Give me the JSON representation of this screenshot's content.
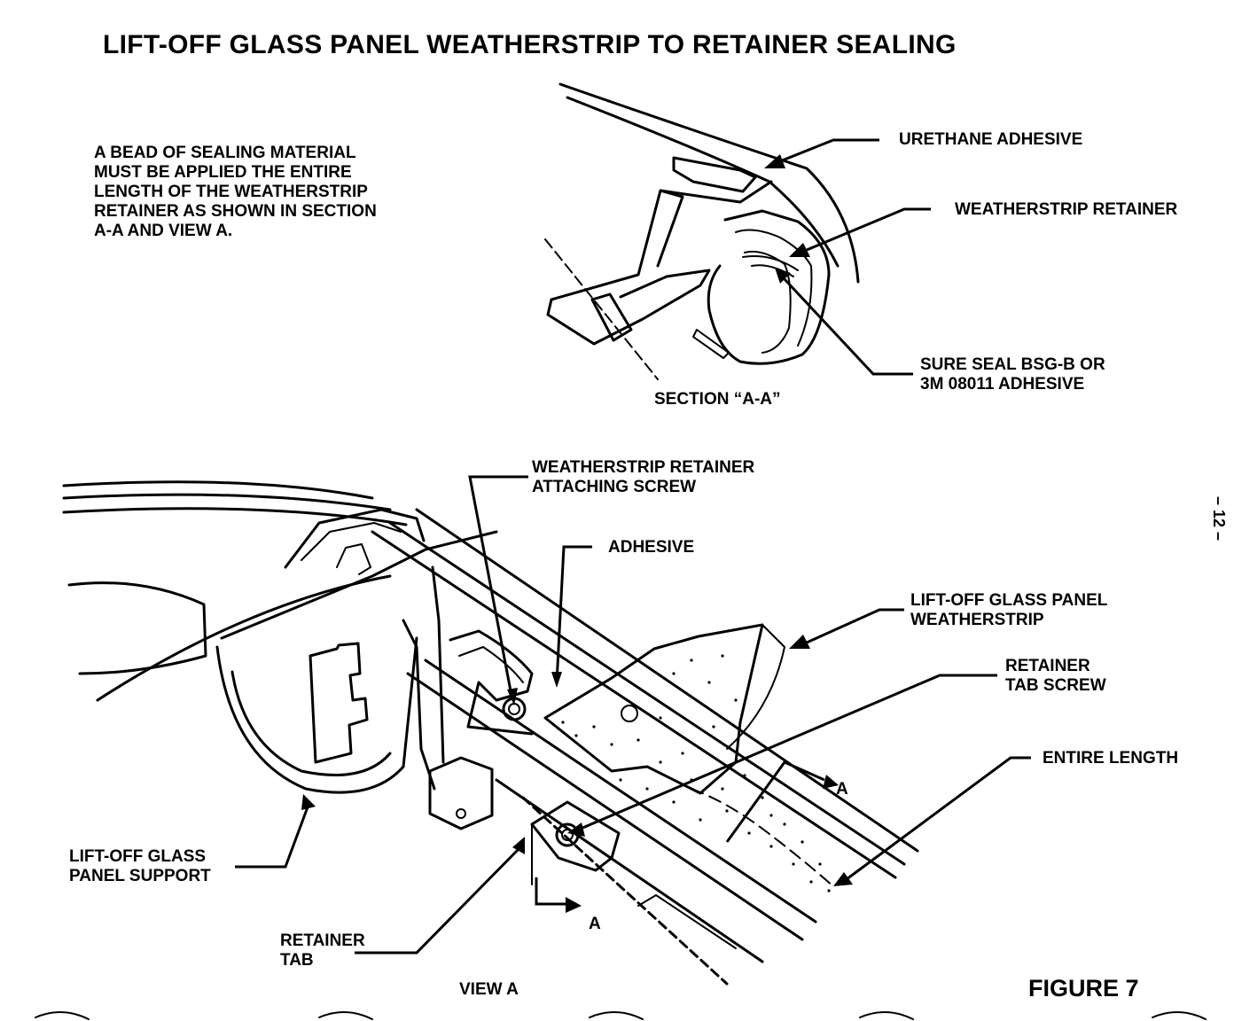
{
  "title": "LIFT-OFF GLASS PANEL WEATHERSTRIP TO RETAINER SEALING",
  "note": [
    "A BEAD OF SEALING MATERIAL",
    "MUST BE APPLIED THE ENTIRE",
    "LENGTH OF THE WEATHERSTRIP",
    "RETAINER AS SHOWN IN SECTION",
    "A-A AND VIEW A."
  ],
  "section": {
    "caption": "SECTION “A-A”",
    "labels": {
      "urethane_adhesive": "URETHANE ADHESIVE",
      "weatherstrip_retainer": "WEATHERSTRIP RETAINER",
      "sure_seal": [
        "SURE SEAL BSG-B OR",
        "3M 08011 ADHESIVE"
      ]
    }
  },
  "view": {
    "caption": "VIEW A",
    "labels": {
      "attaching_screw": [
        "WEATHERSTRIP RETAINER",
        "ATTACHING SCREW"
      ],
      "adhesive": "ADHESIVE",
      "weatherstrip": [
        "LIFT-OFF GLASS PANEL",
        "WEATHERSTRIP"
      ],
      "tab_screw": [
        "RETAINER",
        "TAB SCREW"
      ],
      "entire_length": "ENTIRE LENGTH",
      "panel_support": [
        "LIFT-OFF GLASS",
        "PANEL SUPPORT"
      ],
      "retainer_tab": [
        "RETAINER",
        "TAB"
      ],
      "section_mark_1": "A",
      "section_mark_2": "A"
    }
  },
  "figure_label": "FIGURE 7",
  "page_number": "– 12 –"
}
